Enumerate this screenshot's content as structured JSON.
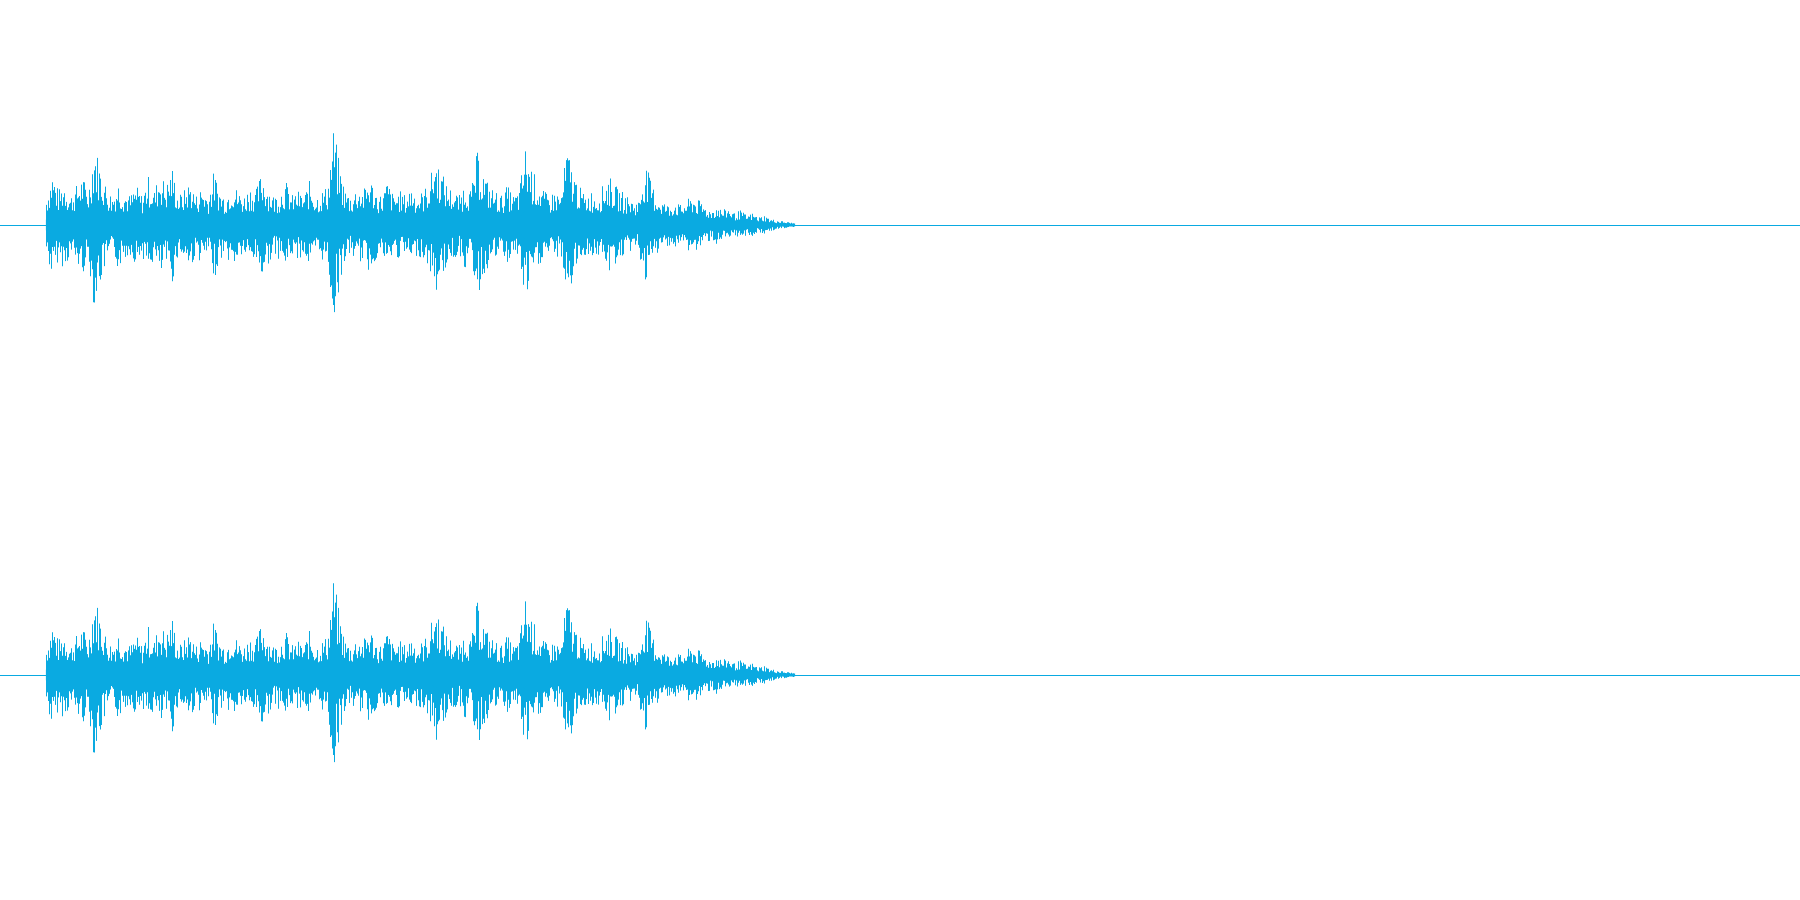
{
  "waveform": {
    "color": "#0aaae1",
    "background": "#ffffff",
    "channel_count": 2,
    "duration_fraction_with_audio": 0.44,
    "channels": [
      {
        "name": "",
        "peaks": [
          0.3,
          0.55,
          0.35,
          0.45,
          0.3,
          0.4,
          0.5,
          0.35,
          0.85,
          0.6,
          0.4,
          0.3,
          0.45,
          0.35,
          0.3,
          0.4,
          0.3,
          0.5,
          0.35,
          0.55,
          0.4,
          0.6,
          0.3,
          0.35,
          0.45,
          0.3,
          0.4,
          0.3,
          0.55,
          0.35,
          0.3,
          0.45,
          0.35,
          0.3,
          0.4,
          0.35,
          0.55,
          0.4,
          0.3,
          0.35,
          0.45,
          0.3,
          0.35,
          0.3,
          0.45,
          0.3,
          0.35,
          0.4,
          1.0,
          0.6,
          0.35,
          0.3,
          0.4,
          0.35,
          0.5,
          0.35,
          0.3,
          0.45,
          0.3,
          0.35,
          0.3,
          0.4,
          0.3,
          0.35,
          0.45,
          0.7,
          0.55,
          0.4,
          0.35,
          0.3,
          0.45,
          0.35,
          0.75,
          0.55,
          0.4,
          0.35,
          0.3,
          0.4,
          0.3,
          0.35,
          0.8,
          0.6,
          0.45,
          0.35,
          0.3,
          0.35,
          0.3,
          0.8,
          0.55,
          0.4,
          0.3,
          0.35,
          0.3,
          0.4,
          0.5,
          0.4,
          0.35,
          0.3,
          0.25,
          0.25,
          0.65,
          0.45,
          0.3,
          0.25,
          0.2,
          0.25,
          0.2,
          0.25,
          0.3,
          0.25,
          0.2,
          0.15,
          0.2,
          0.15,
          0.18,
          0.12,
          0.15,
          0.1,
          0.12,
          0.08,
          0.1,
          0.06,
          0.05,
          0.04,
          0.03,
          0.02
        ]
      },
      {
        "name": "",
        "peaks": [
          0.3,
          0.55,
          0.35,
          0.45,
          0.3,
          0.4,
          0.5,
          0.35,
          0.85,
          0.6,
          0.4,
          0.3,
          0.45,
          0.35,
          0.3,
          0.4,
          0.3,
          0.5,
          0.35,
          0.55,
          0.4,
          0.6,
          0.3,
          0.35,
          0.45,
          0.3,
          0.4,
          0.3,
          0.55,
          0.35,
          0.3,
          0.45,
          0.35,
          0.3,
          0.4,
          0.35,
          0.55,
          0.4,
          0.3,
          0.35,
          0.45,
          0.3,
          0.35,
          0.3,
          0.45,
          0.3,
          0.35,
          0.4,
          1.0,
          0.6,
          0.35,
          0.3,
          0.4,
          0.35,
          0.5,
          0.35,
          0.3,
          0.45,
          0.3,
          0.35,
          0.3,
          0.4,
          0.3,
          0.35,
          0.45,
          0.7,
          0.55,
          0.4,
          0.35,
          0.3,
          0.45,
          0.35,
          0.75,
          0.55,
          0.4,
          0.35,
          0.3,
          0.4,
          0.3,
          0.35,
          0.8,
          0.6,
          0.45,
          0.35,
          0.3,
          0.35,
          0.3,
          0.8,
          0.55,
          0.4,
          0.3,
          0.35,
          0.3,
          0.4,
          0.5,
          0.4,
          0.35,
          0.3,
          0.25,
          0.25,
          0.65,
          0.45,
          0.3,
          0.25,
          0.2,
          0.25,
          0.2,
          0.25,
          0.3,
          0.25,
          0.2,
          0.15,
          0.2,
          0.15,
          0.18,
          0.12,
          0.15,
          0.1,
          0.12,
          0.08,
          0.1,
          0.06,
          0.05,
          0.04,
          0.03,
          0.02
        ]
      }
    ]
  }
}
